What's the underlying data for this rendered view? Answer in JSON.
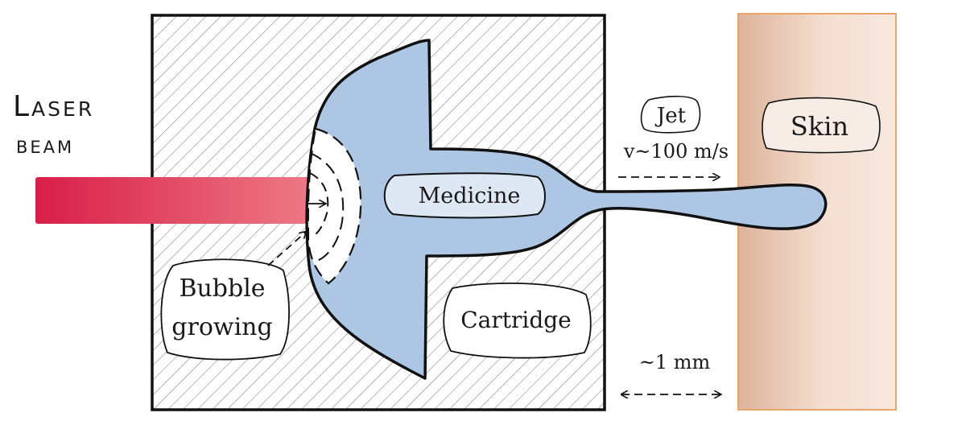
{
  "laser": {
    "line1": "Laser",
    "line2": "beam"
  },
  "labels": {
    "medicine": "Medicine",
    "jet": "Jet",
    "velocity": "v~100 m/s",
    "skin": "Skin",
    "bubble_line1": "Bubble",
    "bubble_line2": "growing",
    "cartridge": "Cartridge",
    "gap": "~1 mm"
  },
  "colors": {
    "laser_start": "#d81e49",
    "laser_end": "#ee7a86",
    "medicine_fill": "#adc6e4",
    "skin_light": "#f7e8de",
    "skin_dark": "#ddb39a",
    "skin_border": "#eaa56d",
    "hatch": "#777777",
    "outline": "#111111"
  }
}
